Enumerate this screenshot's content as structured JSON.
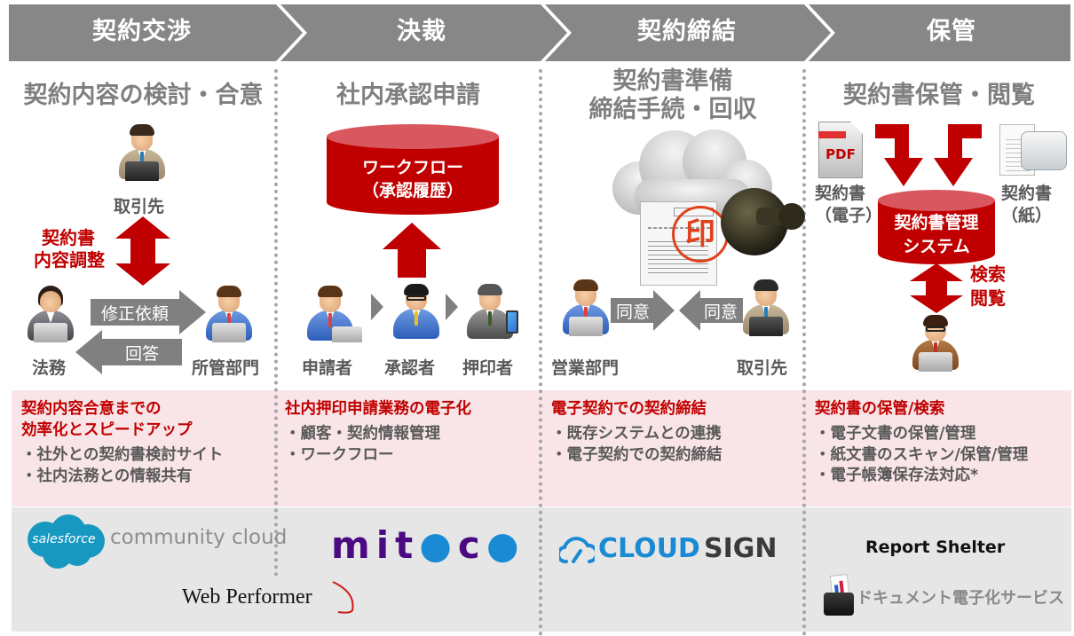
{
  "phases": [
    {
      "label": "契約交渉"
    },
    {
      "label": "決裁"
    },
    {
      "label": "契約締結"
    },
    {
      "label": "保管"
    }
  ],
  "colors": {
    "header_gray": "#878787",
    "accent_red": "#c00000",
    "heading_gray": "#7f7f7f",
    "text_gray": "#595959",
    "pink_panel": "#f9e5e7",
    "gray_panel": "#e6e6e6",
    "arrow_gray": "#808080"
  },
  "sections": {
    "negotiation": {
      "title": "契約内容の検討・合意",
      "top_person": "取引先",
      "adjust_label_line1": "契約書",
      "adjust_label_line2": "内容調整",
      "left_person": "法務",
      "right_person": "所管部門",
      "arrow_request": "修正依頼",
      "arrow_reply": "回答"
    },
    "approval": {
      "title": "社内承認申請",
      "db_line1": "ワークフロー",
      "db_line2": "（承認履歴）",
      "people": [
        "申請者",
        "承認者",
        "押印者"
      ]
    },
    "signing": {
      "title_line1": "契約書準備",
      "title_line2": "締結手続・回収",
      "stamp_char": "印",
      "left_person": "営業部門",
      "right_person": "取引先",
      "agree_left": "同意",
      "agree_right": "同意"
    },
    "storage": {
      "title": "契約書保管・閲覧",
      "pdf_label": "PDF",
      "electronic_line1": "契約書",
      "electronic_line2": "（電子）",
      "paper_line1": "契約書",
      "paper_line2": "（紙）",
      "db_line1": "契約書管理",
      "db_line2": "システム",
      "search_line1": "検索",
      "search_line2": "閲覧"
    }
  },
  "benefits": [
    {
      "title_lines": [
        "契約内容合意までの",
        "効率化とスピードアップ"
      ],
      "items": [
        "社外との契約書検討サイト",
        "社内法務との情報共有"
      ]
    },
    {
      "title_lines": [
        "社内押印申請業務の電子化"
      ],
      "items": [
        "顧客・契約情報管理",
        "ワークフロー"
      ]
    },
    {
      "title_lines": [
        "電子契約での契約締結"
      ],
      "items": [
        "既存システムとの連携",
        "電子契約での契約締結"
      ]
    },
    {
      "title_lines": [
        "契約書の保管/検索"
      ],
      "items": [
        "電子文書の保管/管理",
        "紙文書のスキャン/保管/管理",
        "電子帳簿保存法対応*"
      ]
    }
  ],
  "logos": {
    "salesforce_badge": "salesforce",
    "salesforce_product": "community cloud",
    "mitoco": "mitoco",
    "web_performer": "Web Performer",
    "cloudsign_a": "CLOUD",
    "cloudsign_b": "SIGN",
    "report_shelter": "Report Shelter",
    "document_service": "ドキュメント電子化サービス"
  }
}
